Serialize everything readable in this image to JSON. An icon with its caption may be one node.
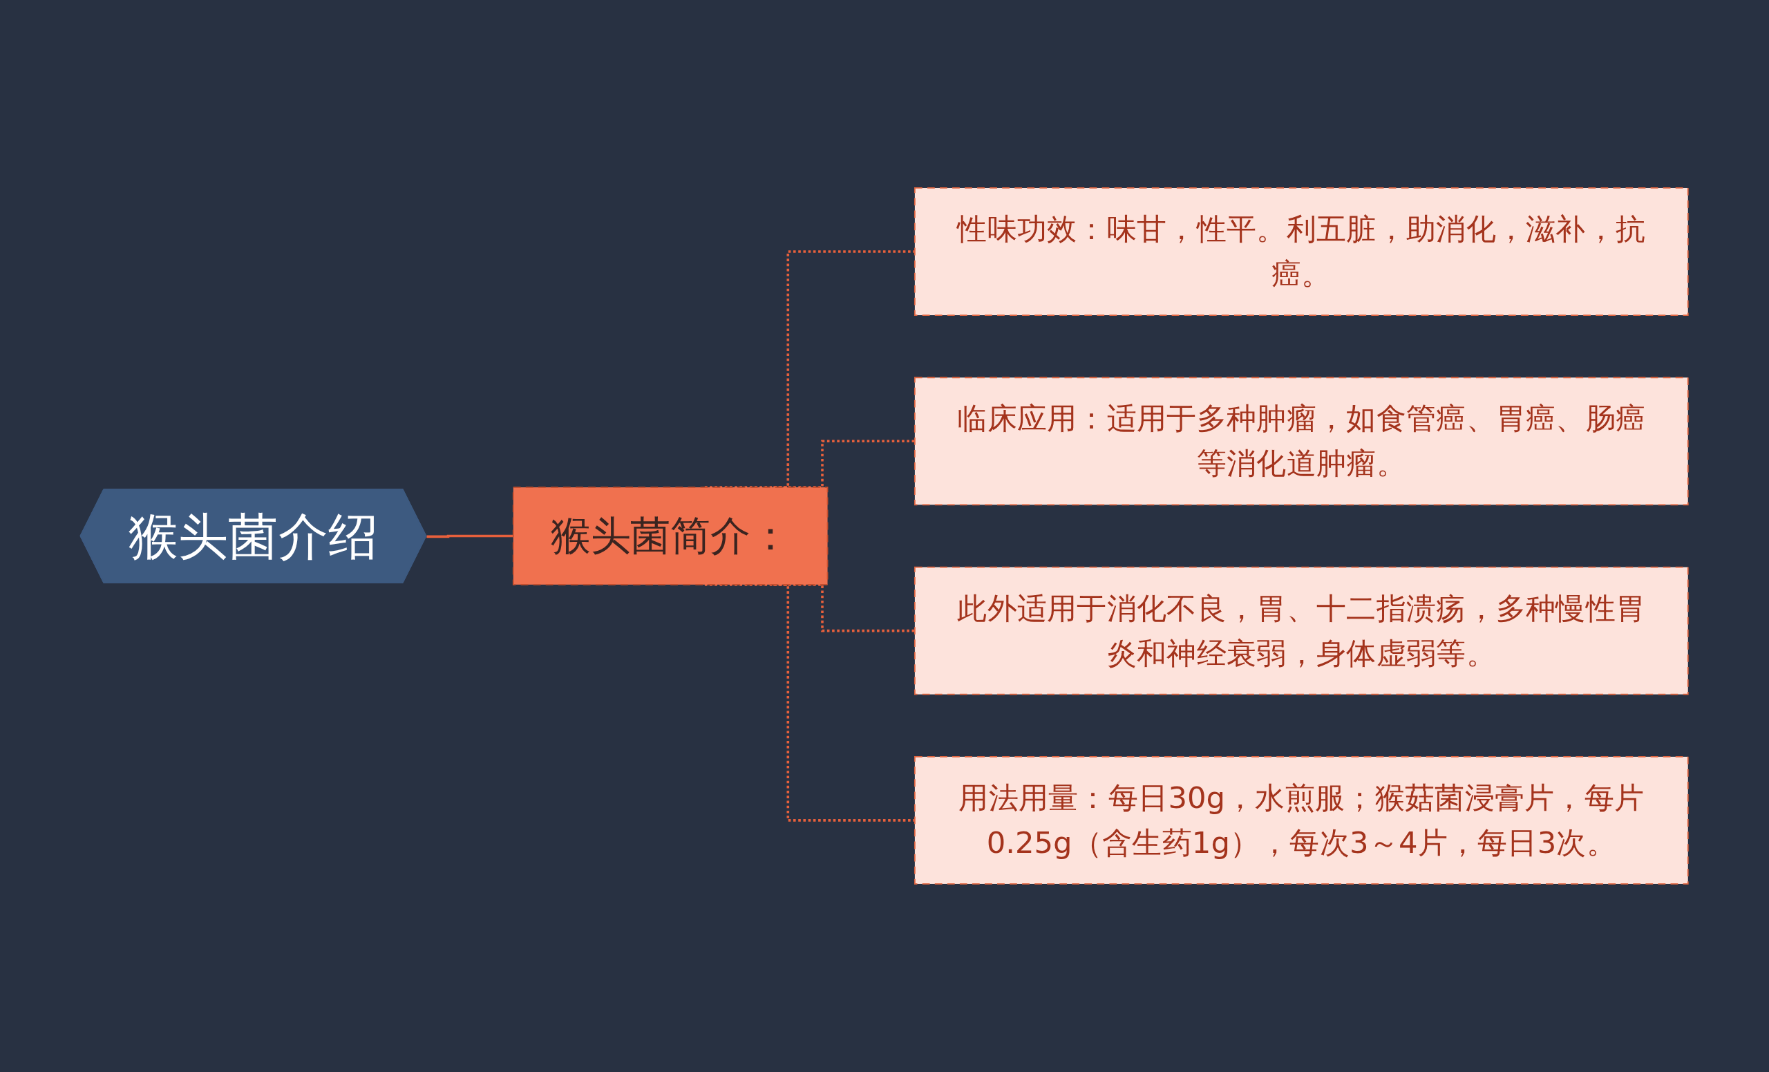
{
  "diagram": {
    "nodes": [
      {
        "text": [
          "猴头菌介绍"
        ]
      },
      {
        "text": [
          "猴头菌简介："
        ]
      },
      {
        "text": [
          "性味功效：味甘，性平。利五脏，助消化，滋补，抗癌。"
        ]
      },
      {
        "text": [
          "临床应用：适用于多种肿瘤，如食管癌、胃癌、肠癌等消化道肿瘤。"
        ]
      },
      {
        "text": [
          "此外适用于消化不良，胃、十二指溃疡，多种慢性胃炎和神经衰弱，身体虚弱等。"
        ]
      },
      {
        "text": [
          "用法用量：每日30g，水煎服；猴菇菌浸膏片，每片0.25g（含生药1g），每次3～4片，每日3次。"
        ]
      }
    ],
    "edges": [
      {
        "from": 0,
        "to": 1,
        "arrow": "none"
      },
      {
        "from": 1,
        "to": 2,
        "arrow": "none",
        "style": "dashed"
      },
      {
        "from": 1,
        "to": 3,
        "arrow": "none",
        "style": "dashed"
      },
      {
        "from": 1,
        "to": 4,
        "arrow": "none",
        "style": "dashed"
      },
      {
        "from": 1,
        "to": 5,
        "arrow": "none",
        "style": "dashed"
      }
    ]
  }
}
